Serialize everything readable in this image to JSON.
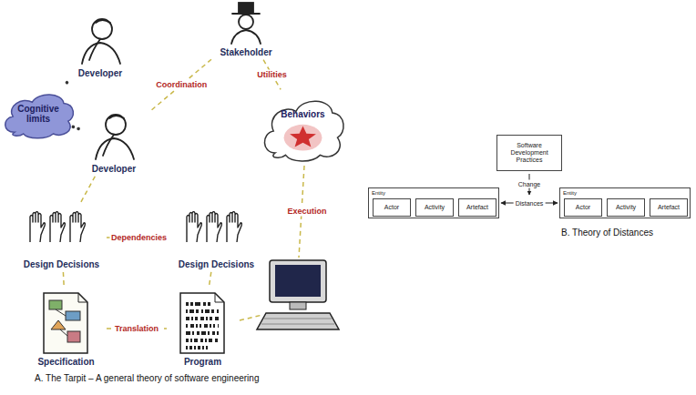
{
  "diagram": {
    "nodes": [
      {
        "text": [
          "Developer"
        ]
      },
      {
        "text": [
          "Cognitive limits"
        ]
      },
      {
        "text": [
          "Developer"
        ]
      },
      {
        "text": [
          "Stakeholder"
        ]
      },
      {
        "text": [
          "Behaviors"
        ]
      },
      {
        "text": [
          "Design Decisions"
        ]
      },
      {
        "text": [
          "Design Decisions"
        ]
      },
      {
        "text": [
          "Specification"
        ]
      },
      {
        "text": [
          "Program"
        ]
      },
      {
        "text": [
          "Software Development Practices"
        ]
      },
      {
        "text": [
          "Entity"
        ]
      },
      {
        "text": [
          "Actor"
        ],
        "in": 10
      },
      {
        "text": [
          "Activity"
        ],
        "in": 10
      },
      {
        "text": [
          "Artefact"
        ],
        "in": 10
      },
      {
        "text": [
          "Entity"
        ]
      },
      {
        "text": [
          "Actor"
        ],
        "in": 14
      },
      {
        "text": [
          "Activity"
        ],
        "in": 14
      },
      {
        "text": [
          "Artefact"
        ],
        "in": 14
      }
    ],
    "edges": [
      {
        "from": 0,
        "to": 1,
        "arrow": "none"
      },
      {
        "from": 2,
        "to": 1,
        "arrow": "none"
      },
      {
        "from": 2,
        "to": 3,
        "label": "Coordination",
        "arrow": "none"
      },
      {
        "from": 3,
        "to": 4,
        "label": "Utilities",
        "arrow": "none"
      },
      {
        "from": 2,
        "to": 5,
        "arrow": "none"
      },
      {
        "from": 5,
        "to": 6,
        "label": "Dependencies",
        "arrow": "none"
      },
      {
        "from": 5,
        "to": 7,
        "arrow": "none"
      },
      {
        "from": 6,
        "to": 8,
        "arrow": "none"
      },
      {
        "from": 7,
        "to": 8,
        "label": "Translation",
        "arrow": "none"
      },
      {
        "from": 10,
        "to": 14,
        "label": "Distances",
        "arrow": "both"
      }
    ],
    "labels": [
      "Execution",
      "Change",
      "A. The Tarpit – A general theory of software engineering",
      "B. Theory of Distances"
    ]
  }
}
